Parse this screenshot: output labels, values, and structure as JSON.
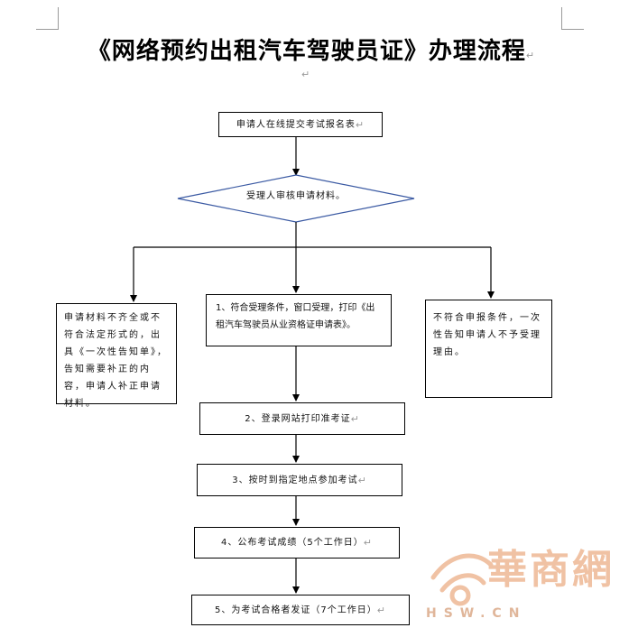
{
  "title": "《网络预约出租汽车驾驶员证》办理流程",
  "paragraph_mark": "↵",
  "steps": {
    "apply": "申请人在线提交考试报名表",
    "review": "受理人审核申请材料。",
    "incomplete": "申请材料不齐全或不符合法定形式的，出具《一次性告知单》，告知需要补正的内容，申请人补正申请材料。",
    "accept": "1、符合受理条件，窗口受理，打印《出租汽车驾驶员从业资格证申请表》。",
    "reject": "不符合申报条件，一次性告知申请人不予受理理由。",
    "step2": "2、登录网站打印准考证",
    "step3": "3、按时到指定地点参加考试",
    "step4": "4、公布考试成绩（5个工作日）",
    "step5": "5、为考试合格者发证（7个工作日）"
  },
  "watermark": {
    "brand": "華商網",
    "url": "HSW.CN"
  },
  "colors": {
    "diamond_stroke": "#3b5aa3",
    "watermark": "#f0c2a4"
  }
}
